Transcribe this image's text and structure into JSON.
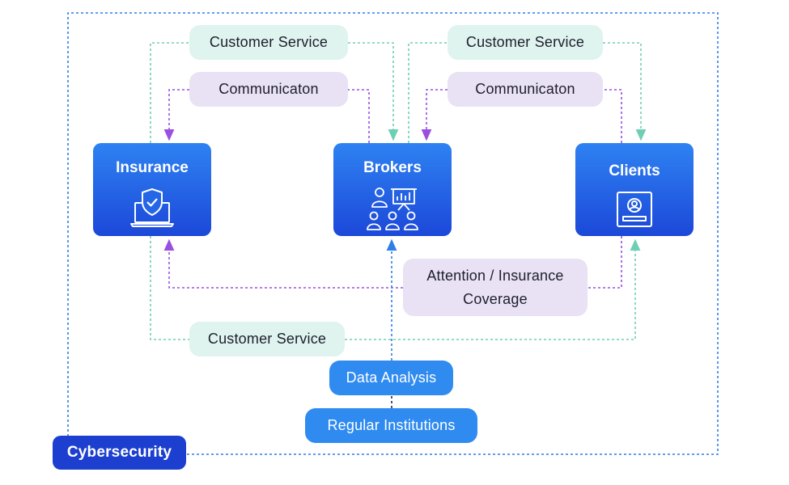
{
  "nodes": {
    "insurance": {
      "label": "Insurance",
      "icon": "shield-laptop-icon"
    },
    "brokers": {
      "label": "Brokers",
      "icon": "presentation-team-icon"
    },
    "clients": {
      "label": "Clients",
      "icon": "id-card-icon"
    }
  },
  "labels": {
    "cs_top_left": "Customer Service",
    "cs_top_right": "Customer Service",
    "comm_left": "Communicaton",
    "comm_right": "Communicaton",
    "attention": "Attention / Insurance Coverage",
    "cs_bottom": "Customer Service",
    "data_analysis": "Data Analysis",
    "regular_institutions": "Regular Institutions",
    "cybersecurity": "Cybersecurity"
  },
  "colors": {
    "teal_connector": "#6fcfb4",
    "purple_connector": "#9b4fe0",
    "blue_connector": "#2f7fe8",
    "node_gradient_top": "#2e82f2",
    "node_gradient_bottom": "#1c48d9",
    "cybersecurity_bg": "#1c3fcf"
  }
}
